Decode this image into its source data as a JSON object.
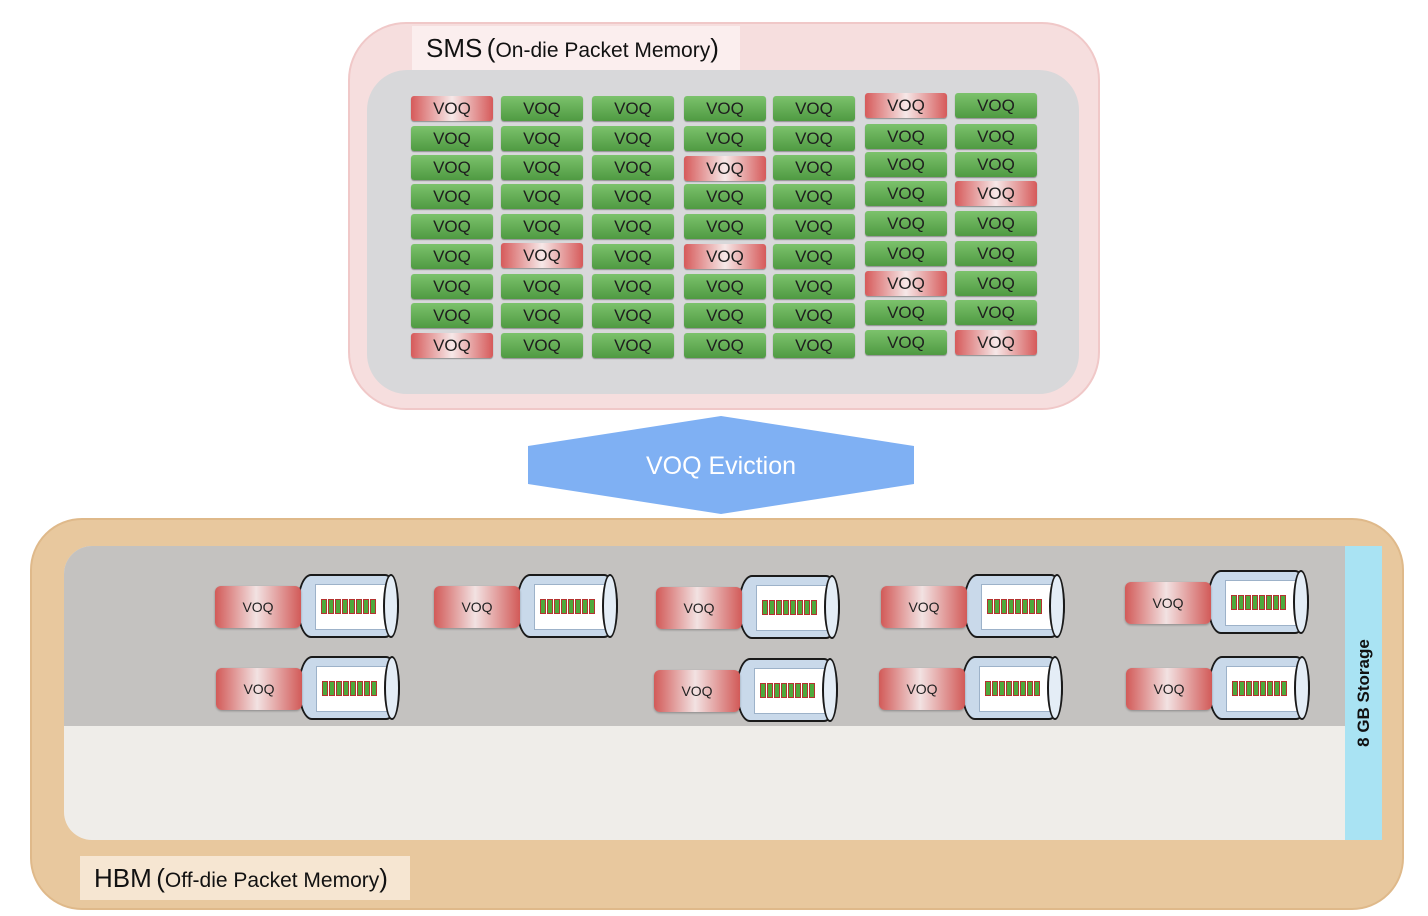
{
  "sms": {
    "title": "SMS",
    "subtitle": "On-die Packet Memory",
    "columns": [
      [
        "red",
        "green",
        "green",
        "green",
        "green",
        "green",
        "green",
        "green",
        "red"
      ],
      [
        "green",
        "green",
        "green",
        "green",
        "green",
        "red",
        "green",
        "green",
        "green"
      ],
      [
        "green",
        "green",
        "green",
        "green",
        "green",
        "green",
        "green",
        "green",
        "green"
      ],
      [
        "green",
        "green",
        "red",
        "green",
        "green",
        "red",
        "green",
        "green",
        "green"
      ],
      [
        "green",
        "green",
        "green",
        "green",
        "green",
        "green",
        "green",
        "green",
        "green"
      ],
      [
        "red",
        "green",
        "green",
        "green",
        "green",
        "green",
        "red",
        "green",
        "green"
      ],
      [
        "green",
        "green",
        "green",
        "red",
        "green",
        "green",
        "green",
        "green",
        "red"
      ]
    ],
    "voq_label": "VOQ",
    "colors": {
      "green": "#5aa84b",
      "red": "#d65a5a"
    }
  },
  "arrow": {
    "label": "VOQ Eviction",
    "color": "#7fb0f3"
  },
  "hbm": {
    "title": "HBM",
    "subtitle": "Off-die Packet Memory",
    "storage_label": "8 GB Storage",
    "voq_label": "VOQ",
    "queue_count": 9
  }
}
